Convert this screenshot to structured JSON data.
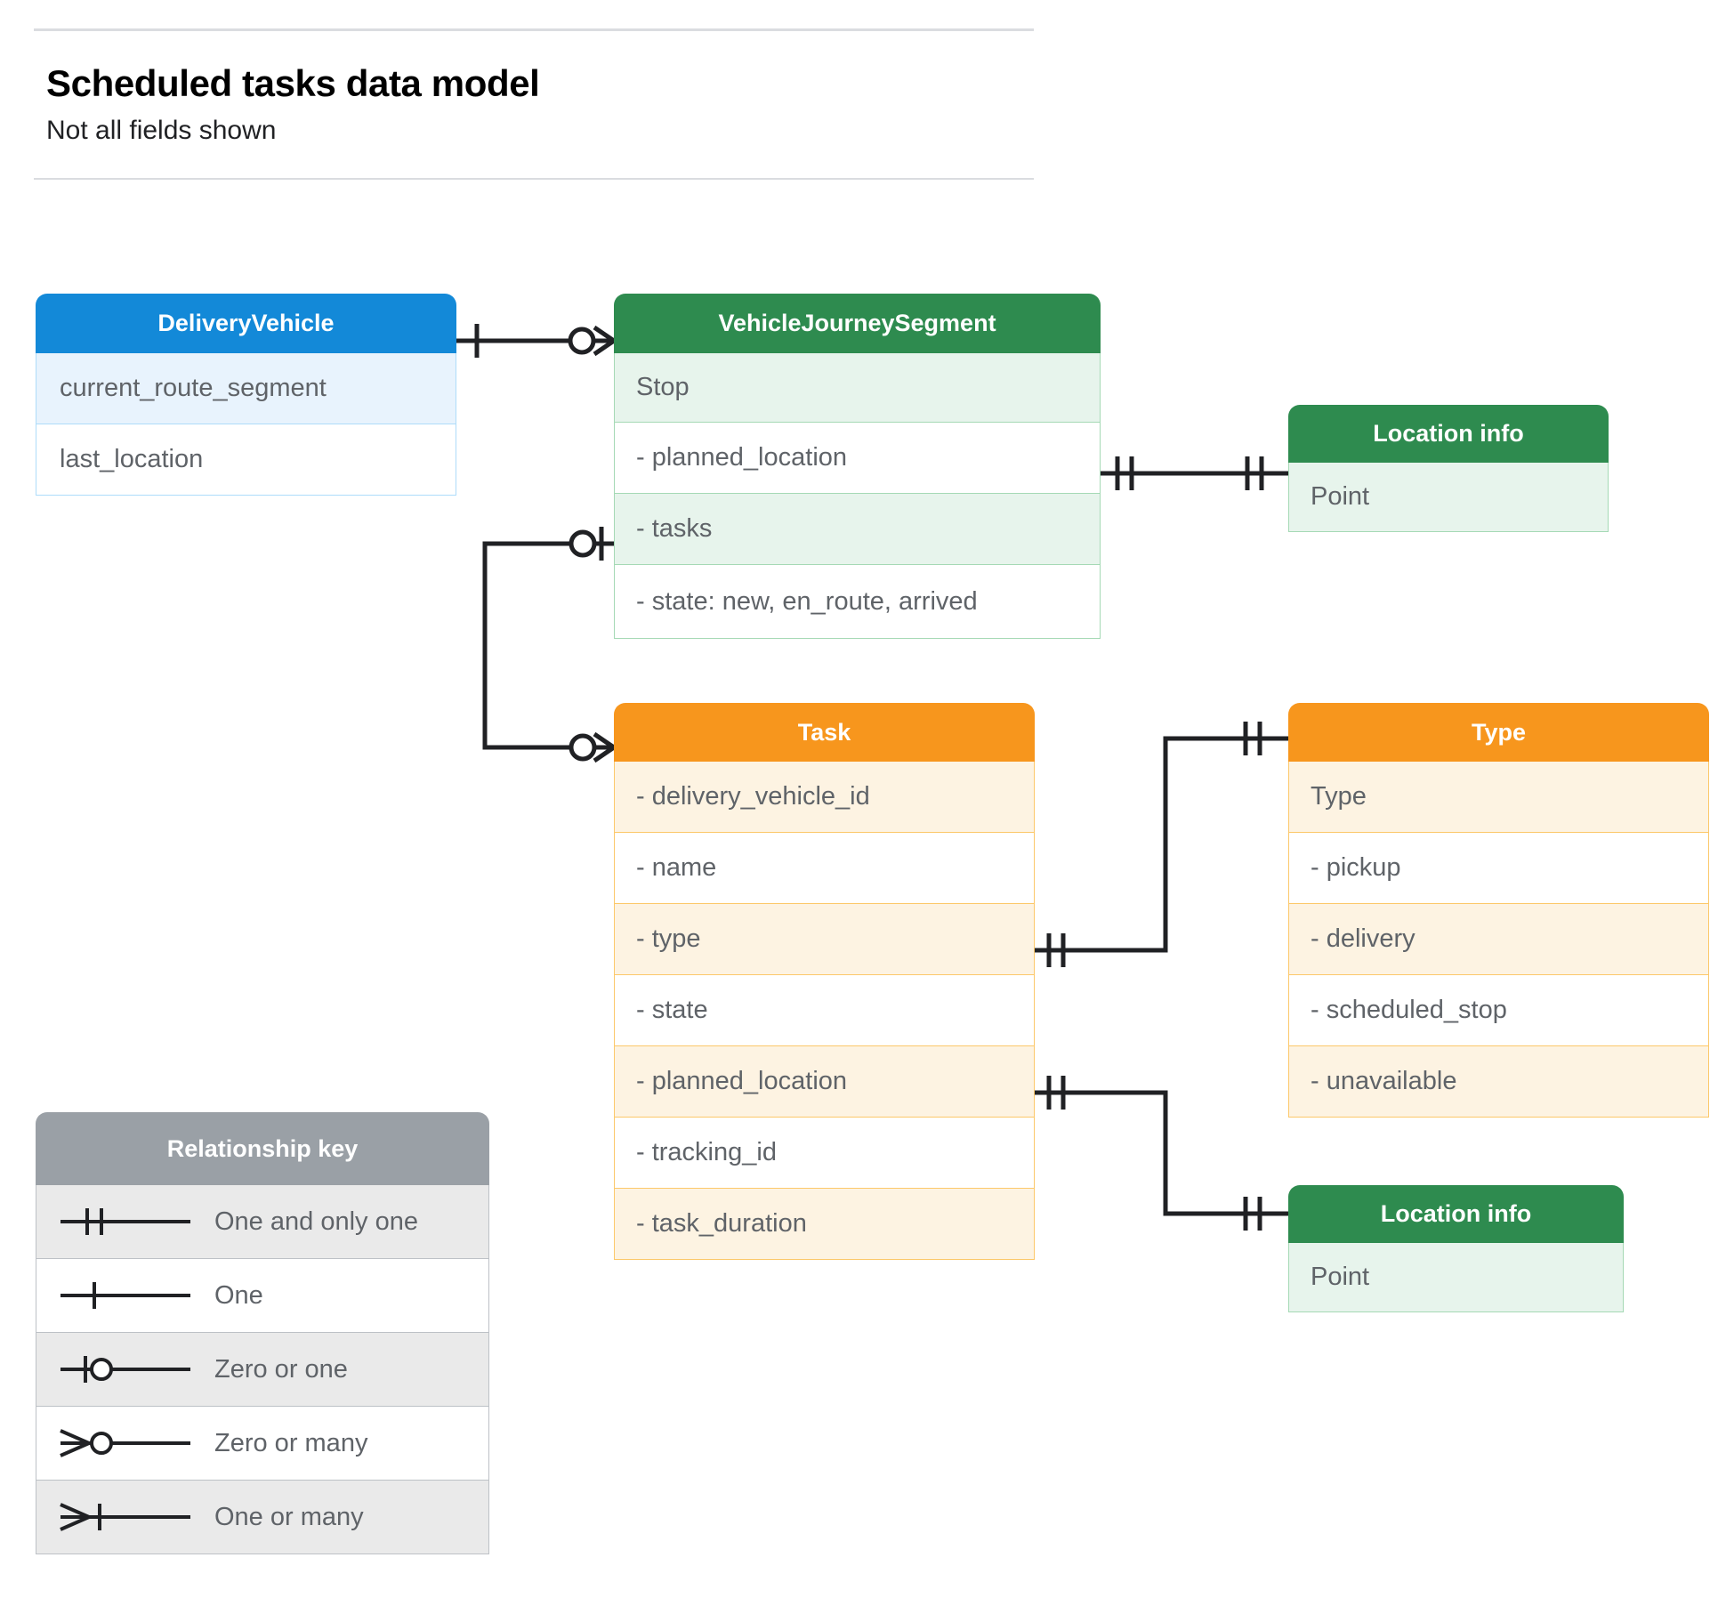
{
  "header": {
    "title": "Scheduled tasks data model",
    "subtitle": "Not all fields shown"
  },
  "colors": {
    "blue_header": "#1389d8",
    "blue_tint": "#e8f3fd",
    "blue_border": "#aedcfa",
    "green_header": "#2e8b4f",
    "green_tint": "#e7f4ec",
    "green_border": "#a5d9b5",
    "orange_header": "#f7961d",
    "orange_tint": "#fdf3e2",
    "orange_border": "#fcc86a",
    "grey_header": "#9aa0a6",
    "grey_tint": "#eaeaea",
    "grey_border": "#bdc1c6",
    "connector": "#202124",
    "text": "#5f6368"
  },
  "entities": {
    "delivery_vehicle": {
      "title": "DeliveryVehicle",
      "rows": [
        "current_route_segment",
        "last_location"
      ]
    },
    "vehicle_journey_segment": {
      "title": "VehicleJourneySegment",
      "rows": [
        "Stop",
        "-  planned_location",
        "- tasks",
        "- state: new, en_route, arrived"
      ]
    },
    "location_info_top": {
      "title": "Location info",
      "rows": [
        "Point"
      ]
    },
    "task": {
      "title": "Task",
      "rows": [
        "- delivery_vehicle_id",
        "- name",
        "- type",
        "- state",
        "- planned_location",
        "- tracking_id",
        "- task_duration"
      ]
    },
    "type": {
      "title": "Type",
      "rows": [
        "Type",
        "-   pickup",
        "-   delivery",
        "-   scheduled_stop",
        "-   unavailable"
      ]
    },
    "location_info_bottom": {
      "title": "Location info",
      "rows": [
        "Point"
      ]
    }
  },
  "legend": {
    "title": "Relationship key",
    "items": [
      {
        "symbol": "one-and-only-one",
        "label": "One and only one"
      },
      {
        "symbol": "one",
        "label": "One"
      },
      {
        "symbol": "zero-or-one",
        "label": "Zero or one"
      },
      {
        "symbol": "zero-or-many",
        "label": "Zero or many"
      },
      {
        "symbol": "one-or-many",
        "label": "One or many"
      }
    ]
  },
  "relationships": [
    {
      "from": "DeliveryVehicle",
      "to": "VehicleJourneySegment",
      "from_cardinality": "one",
      "to_cardinality": "zero-or-many"
    },
    {
      "from": "VehicleJourneySegment.planned_location",
      "to": "Location info",
      "from_cardinality": "one-and-only-one",
      "to_cardinality": "one-and-only-one"
    },
    {
      "from": "VehicleJourneySegment.tasks",
      "to": "Task",
      "from_cardinality": "zero-or-one",
      "to_cardinality": "zero-or-many"
    },
    {
      "from": "Task.type",
      "to": "Type",
      "from_cardinality": "one-and-only-one",
      "to_cardinality": "one-and-only-one"
    },
    {
      "from": "Task.planned_location",
      "to": "Location info",
      "from_cardinality": "one-and-only-one",
      "to_cardinality": "one-and-only-one"
    }
  ]
}
